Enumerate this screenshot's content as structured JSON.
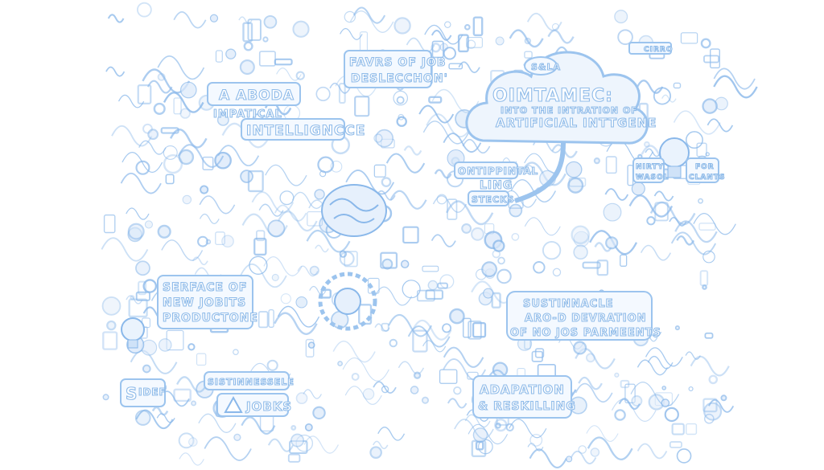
{
  "illustration": {
    "ink_color": "#8ab8ea",
    "background": "#ffffff",
    "labels": {
      "ai_1": "A ABODA",
      "ai_2": "IMPATICAL",
      "ai_3": "INTELLIGNCCE",
      "fears_1": "FAVRS OF JOB",
      "fears_2": "DESLECCHON'",
      "cloud_badge": "S&LA",
      "cloud_1": "OIMTAMEC:",
      "cloud_2": "INTO THE INTRATION OF",
      "cloud_3": "ARTIFICIAL INTTGENE",
      "cont_1": "ONTIPPINTAL",
      "cont_2": "LING",
      "cont_3": "STECKS",
      "bulb_left_1": "NIRTY",
      "bulb_left_2": "WASOL",
      "bulb_right_1": "FOR",
      "bulb_right_2": "CLANTS",
      "top_right": "CIRRO",
      "surface_1": "SERFACE OF",
      "surface_2": "NEW JOBITS",
      "surface_3": "PRODUCTONE",
      "sustain_1": "SUSTINNACLE",
      "sustain_2": "ARO-D DEVRATION",
      "sustain_3": "OF NO JOS PARMEENTS",
      "sist_1": "SISTINNESSELE",
      "sist_2": "JOBKS",
      "idef": "IDEF",
      "idef_s": "S",
      "adapt_1": "ADAPATION",
      "adapt_2": "& RESKILLING"
    }
  }
}
